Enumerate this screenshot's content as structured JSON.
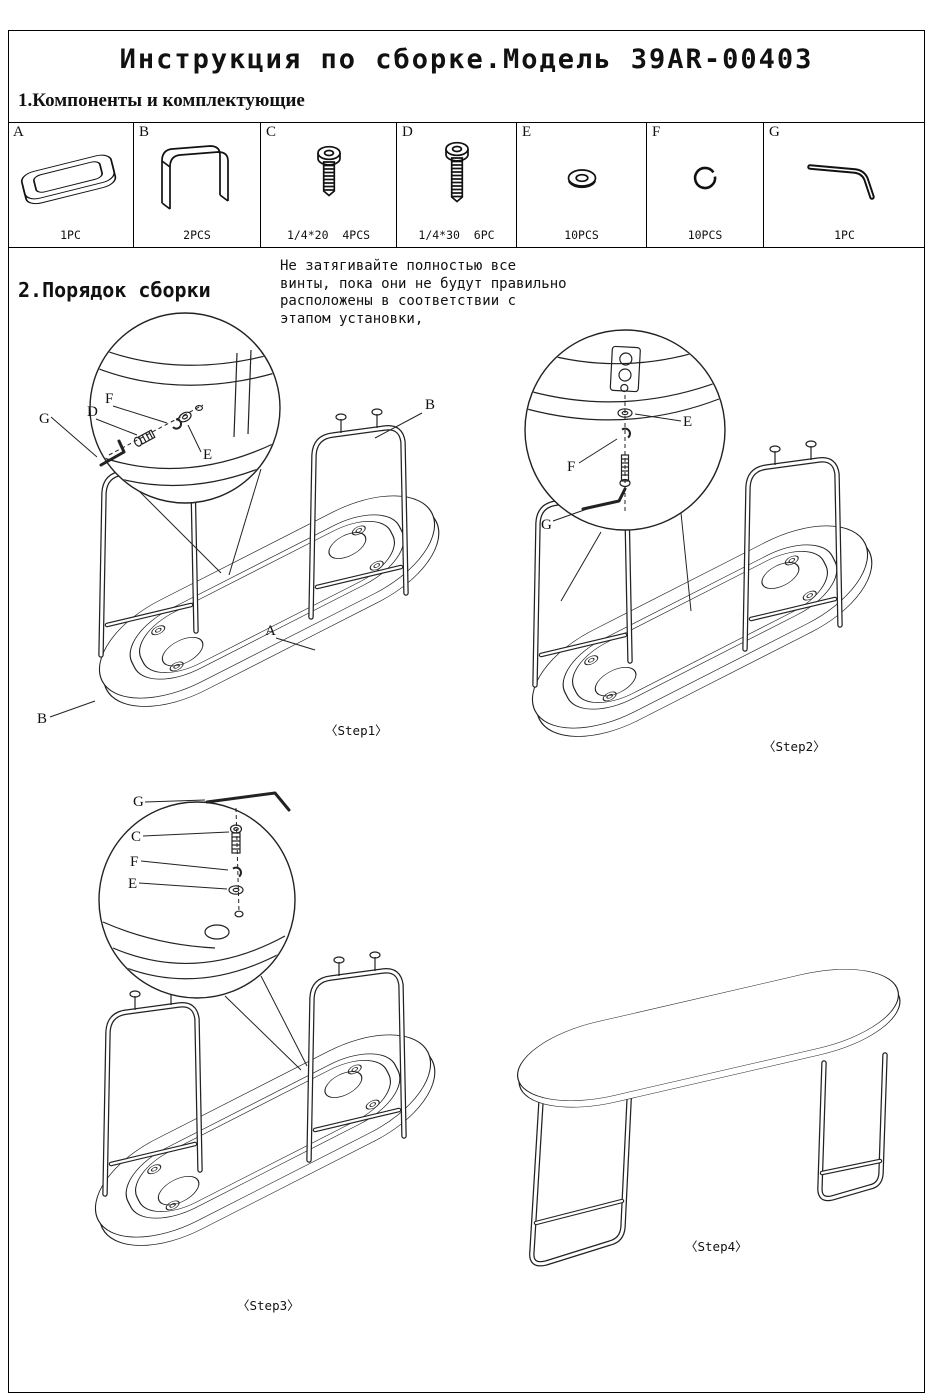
{
  "page": {
    "title": "Инструкция по сборке.Модель 39AR-00403"
  },
  "components": {
    "heading": "1.Компоненты и комплектующие",
    "parts": [
      {
        "letter": "A",
        "qty": "1PC",
        "icon": "tabletop-icon"
      },
      {
        "letter": "B",
        "qty": "2PCS",
        "icon": "leg-frame-icon"
      },
      {
        "letter": "C",
        "qty": "1/4*20  4PCS",
        "icon": "short-screw-icon"
      },
      {
        "letter": "D",
        "qty": "1/4*30  6PC",
        "icon": "long-screw-icon"
      },
      {
        "letter": "E",
        "qty": "10PCS",
        "icon": "flat-washer-icon"
      },
      {
        "letter": "F",
        "qty": "10PCS",
        "icon": "spring-washer-icon"
      },
      {
        "letter": "G",
        "qty": "1PC",
        "icon": "allen-key-icon"
      }
    ]
  },
  "assembly": {
    "heading": "2.Порядок сборки",
    "note_lines": [
      "Не затягивайте полностью все",
      "винты, пока они не будут правильно",
      "расположены в соответствии с",
      "этапом установки,"
    ],
    "steps": [
      {
        "label": "〈Step1〉",
        "callouts": {
          "g": "G",
          "d": "D",
          "f": "F",
          "e": "E",
          "b_top": "B",
          "a": "A",
          "b_bottom": "B"
        }
      },
      {
        "label": "〈Step2〉",
        "callouts": {
          "e": "E",
          "f": "F",
          "g": "G"
        }
      },
      {
        "label": "〈Step3〉",
        "callouts": {
          "g": "G",
          "c": "C",
          "f": "F",
          "e": "E"
        }
      },
      {
        "label": "〈Step4〉",
        "callouts": {}
      }
    ]
  }
}
